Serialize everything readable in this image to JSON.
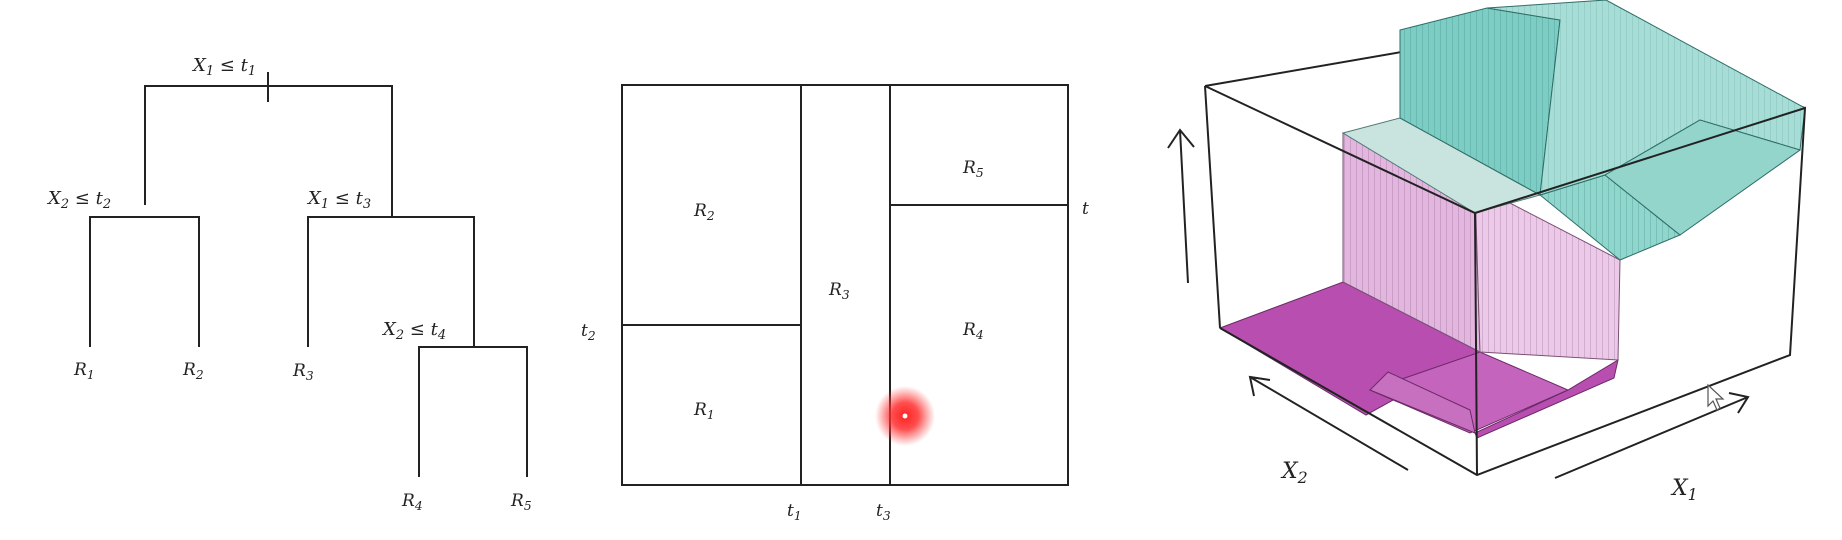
{
  "tree": {
    "splits": {
      "root": {
        "var": "X",
        "var_sub": "1",
        "op": " ≤ ",
        "thr": "t",
        "thr_sub": "1"
      },
      "left": {
        "var": "X",
        "var_sub": "2",
        "op": " ≤ ",
        "thr": "t",
        "thr_sub": "2"
      },
      "right": {
        "var": "X",
        "var_sub": "1",
        "op": " ≤ ",
        "thr": "t",
        "thr_sub": "3"
      },
      "right_right": {
        "var": "X",
        "var_sub": "2",
        "op": " ≤ ",
        "thr": "t",
        "thr_sub": "4"
      }
    },
    "leaves": {
      "r1": {
        "main": "R",
        "sub": "1"
      },
      "r2": {
        "main": "R",
        "sub": "2"
      },
      "r3": {
        "main": "R",
        "sub": "3"
      },
      "r4": {
        "main": "R",
        "sub": "4"
      },
      "r5": {
        "main": "R",
        "sub": "5"
      }
    }
  },
  "partition": {
    "regions": {
      "r1": {
        "main": "R",
        "sub": "1"
      },
      "r2": {
        "main": "R",
        "sub": "2"
      },
      "r3": {
        "main": "R",
        "sub": "3"
      },
      "r4": {
        "main": "R",
        "sub": "4"
      },
      "r5": {
        "main": "R",
        "sub": "5"
      }
    },
    "ticks": {
      "t1": {
        "main": "t",
        "sub": "1"
      },
      "t3": {
        "main": "t",
        "sub": "3"
      },
      "t2": {
        "main": "t",
        "sub": "2"
      },
      "t4": {
        "main": "t",
        "sub": ""
      }
    },
    "cursor_color": "#ff2020"
  },
  "surface": {
    "axes": {
      "x1": {
        "main": "X",
        "sub": "1"
      },
      "x2": {
        "main": "X",
        "sub": "2"
      }
    },
    "colors": {
      "low": "#b84fb0",
      "mid": "#e3b6df",
      "high": "#7ccdc4",
      "high_top": "#a6ddd6"
    }
  }
}
